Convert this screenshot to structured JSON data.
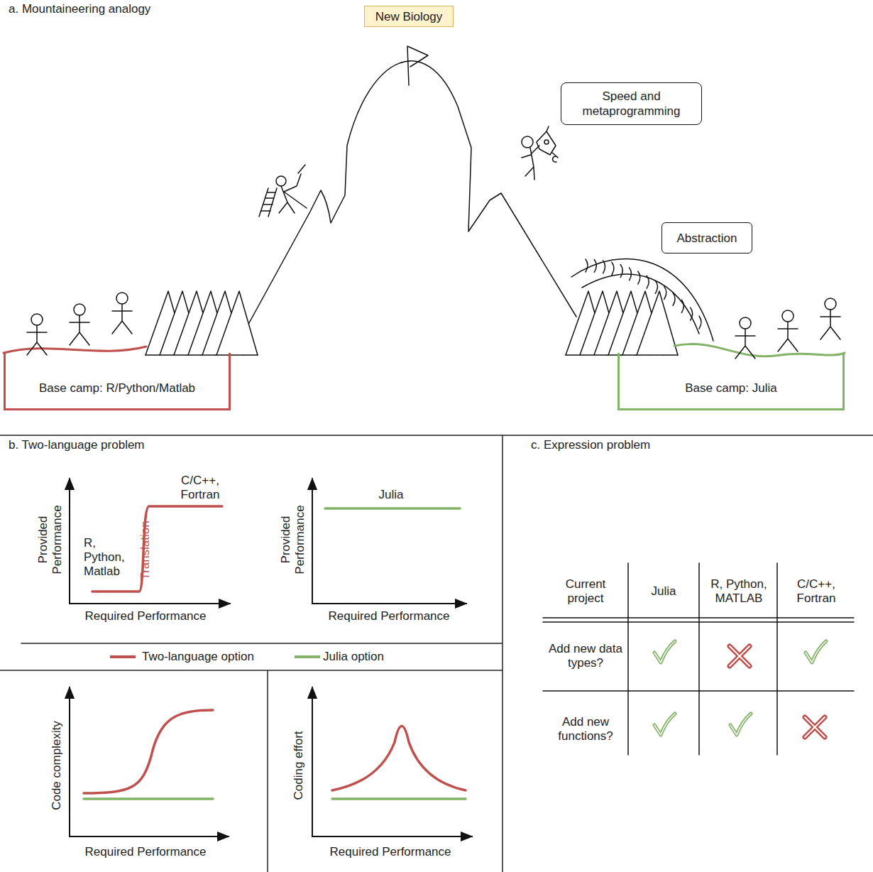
{
  "diagram": {
    "nodes": [
      {
        "text": [
          "New Biology"
        ]
      },
      {
        "text": [
          "Speed and metaprogramming"
        ]
      },
      {
        "text": [
          "Abstraction"
        ]
      },
      {
        "text": [
          "Base camp: R/Python/Matlab"
        ]
      },
      {
        "text": [
          "Base camp: Julia"
        ]
      }
    ],
    "labels": [
      "a. Mountaineering analogy",
      "b. Two-language problem",
      "c. Expression problem",
      "C/C++, Fortran",
      "R, Python, Matlab",
      "Translation",
      "Provided Performance",
      "Required Performance",
      "Julia",
      "Provided Performance",
      "Required Performance",
      "Code complexity",
      "Required Performance",
      "Coding effort",
      "Required Performance",
      "Current project",
      "Julia",
      "R, Python, MATLAB",
      "C/C++, Fortran",
      "Add new data types?",
      "Add new functions?"
    ],
    "legend": [
      {
        "text": "Two-language option",
        "color": "#c0504d"
      },
      {
        "text": "Julia option",
        "color": "#82b366"
      }
    ]
  }
}
